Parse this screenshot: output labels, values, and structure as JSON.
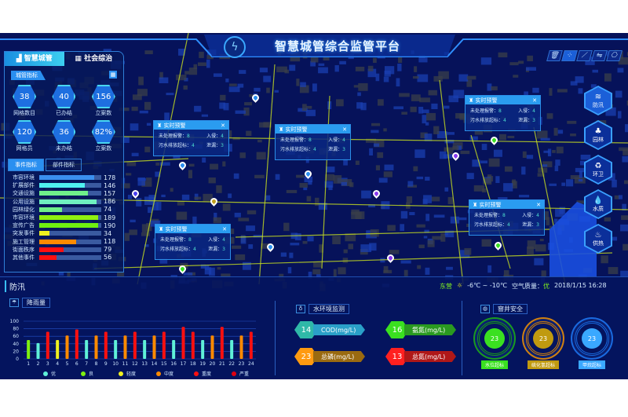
{
  "header": {
    "title": "智慧城管综合监管平台",
    "logo_icon": "lightning-circle-icon"
  },
  "toolbar": [
    {
      "icon": "trash-icon",
      "glyph": "🗑"
    },
    {
      "icon": "grid-icon",
      "glyph": "⁘"
    },
    {
      "icon": "compass-icon",
      "glyph": "⟋"
    },
    {
      "icon": "sliders-icon",
      "glyph": "⇋"
    },
    {
      "icon": "layers-icon",
      "glyph": "⎔"
    }
  ],
  "left_panel": {
    "tabs": [
      {
        "label": "智慧城管",
        "icon": "bar-chart-icon",
        "glyph": "▟"
      },
      {
        "label": "社会综治",
        "icon": "grid-icon",
        "glyph": "▦"
      }
    ],
    "section_title": "城管指标",
    "indicators": [
      {
        "value": "38",
        "label": "网格数目"
      },
      {
        "value": "40",
        "label": "已办结"
      },
      {
        "value": "156",
        "label": "立案数"
      },
      {
        "value": "120",
        "label": "网格员"
      },
      {
        "value": "36",
        "label": "未办结"
      },
      {
        "value": "82%",
        "label": "立案数"
      }
    ],
    "sub_tabs": [
      "事件指标",
      "部件指标"
    ],
    "bars": [
      {
        "label": "市容环境",
        "value": 178,
        "color": "#3a8ff0"
      },
      {
        "label": "扩展部件",
        "value": 146,
        "color": "#4ff0f0"
      },
      {
        "label": "交通设施",
        "value": 157,
        "color": "#6ff08a"
      },
      {
        "label": "公用设施",
        "value": 186,
        "color": "#6ff0c0"
      },
      {
        "label": "园林绿化",
        "value": 74,
        "color": "#6ff08a"
      },
      {
        "label": "市容环境",
        "value": 189,
        "color": "#8ff010"
      },
      {
        "label": "宣传广告",
        "value": 190,
        "color": "#6ff010"
      },
      {
        "label": "突发事件",
        "value": 34,
        "color": "#f0f020"
      },
      {
        "label": "施工管理",
        "value": 118,
        "color": "#ff8a00"
      },
      {
        "label": "街面秩序",
        "value": 79,
        "color": "#ff1010"
      },
      {
        "label": "其他事件",
        "value": 56,
        "color": "#ff1010"
      }
    ],
    "bar_max": 200
  },
  "popup": {
    "title": "实时预警",
    "unhandled_label": "未处理报警：",
    "unhandled": "8",
    "intrusion_label": "入侵：",
    "intrusion": "4",
    "sewage_label": "污水排放超标：",
    "sewage": "4",
    "leak_label": "泄漏：",
    "leak": "3"
  },
  "right_nav": [
    {
      "label": "防汛",
      "glyph": "≋"
    },
    {
      "label": "园林",
      "glyph": "♣"
    },
    {
      "label": "环卫",
      "glyph": "♻"
    },
    {
      "label": "水质",
      "glyph": "💧"
    },
    {
      "label": "供热",
      "glyph": "♨"
    }
  ],
  "bottom": {
    "section": "防汛",
    "weather": {
      "location": "东营",
      "icon": "sun-icon",
      "glyph": "☼",
      "temp": "-6℃ ~ -10℃",
      "aq_label": "空气质量：",
      "aq": "优",
      "datetime": "2018/1/15  16:28"
    },
    "water": {
      "title": "水环境监测",
      "items": [
        {
          "value": "14",
          "label": "COD(mg/L)",
          "c1": "#2fb8a8",
          "c2": "#2aa0c8"
        },
        {
          "value": "16",
          "label": "氨氮(mg/L)",
          "c1": "#3ae020",
          "c2": "#2a9a20"
        },
        {
          "value": "23",
          "label": "总磷(mg/L)",
          "c1": "#ff9a10",
          "c2": "#9a6a10"
        },
        {
          "value": "13",
          "label": "总氮(mg/L)",
          "c1": "#ff2020",
          "c2": "#b01818"
        }
      ]
    },
    "well": {
      "title": "窨井安全",
      "gauges": [
        {
          "value": "23",
          "label": "水位超标",
          "color": "#3ae020",
          "ring": "#1a9a20"
        },
        {
          "value": "23",
          "label": "硫化氢超标",
          "color": "#c09a10",
          "ring": "#d08010"
        },
        {
          "value": "23",
          "label": "甲烷超标",
          "color": "#3aa8ff",
          "ring": "#1a6ae0"
        }
      ]
    }
  },
  "chart_data": {
    "type": "bar",
    "title": "降雨量",
    "xlabel": "",
    "ylabel": "",
    "ylim": [
      0,
      100
    ],
    "yticks": [
      0,
      20,
      40,
      60,
      80,
      100
    ],
    "categories": [
      "1",
      "2",
      "3",
      "4",
      "5",
      "6",
      "7",
      "8",
      "9",
      "10",
      "11",
      "12",
      "13",
      "14",
      "15",
      "16",
      "17",
      "18",
      "19",
      "20",
      "21",
      "22",
      "23",
      "24"
    ],
    "values": [
      50,
      42,
      72,
      50,
      62,
      78,
      50,
      62,
      72,
      50,
      62,
      72,
      50,
      62,
      72,
      50,
      85,
      72,
      50,
      62,
      85,
      50,
      62,
      72
    ],
    "levels": [
      "良",
      "优",
      "重度",
      "轻度",
      "中度",
      "重度",
      "优",
      "中度",
      "重度",
      "优",
      "中度",
      "重度",
      "优",
      "中度",
      "重度",
      "优",
      "重度",
      "重度",
      "优",
      "中度",
      "重度",
      "优",
      "中度",
      "重度"
    ],
    "legend": [
      {
        "name": "优",
        "color": "#5ff0d8"
      },
      {
        "name": "良",
        "color": "#7ff010"
      },
      {
        "name": "轻度",
        "color": "#f0f020"
      },
      {
        "name": "中度",
        "color": "#ff8a00"
      },
      {
        "name": "重度",
        "color": "#ff1010"
      },
      {
        "name": "严重",
        "color": "#e00010"
      }
    ]
  }
}
